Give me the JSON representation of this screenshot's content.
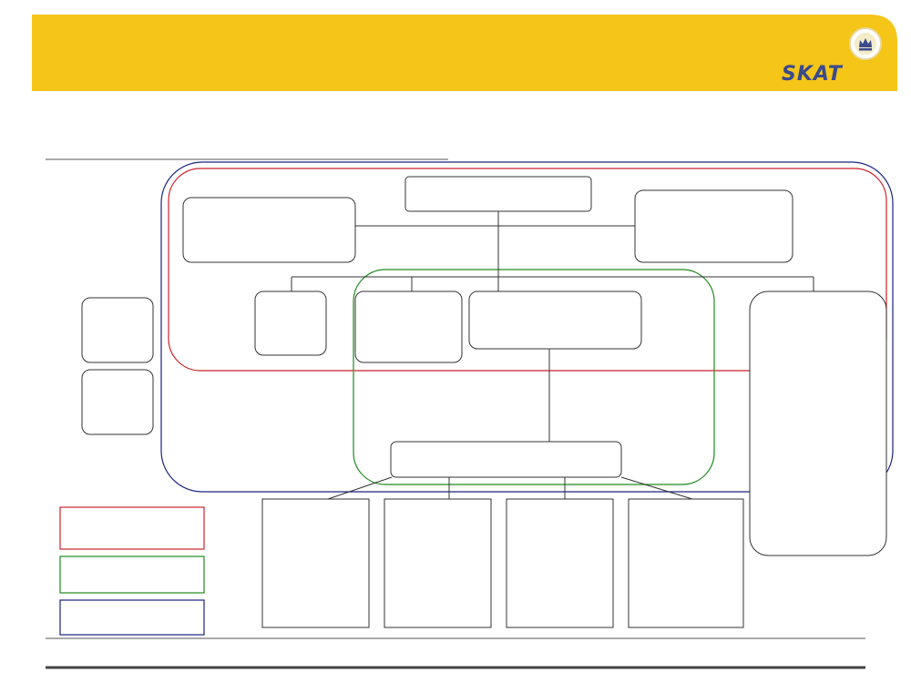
{
  "brand": {
    "name": "SKAT",
    "header_color": "#f5c518",
    "logo_color": "#3a4a8c"
  },
  "diagram": {
    "frames": [
      {
        "id": "red",
        "color": "#cc2229"
      },
      {
        "id": "green",
        "color": "#1f8a1f"
      },
      {
        "id": "blue",
        "color": "#1a237e"
      }
    ],
    "legend": [
      {
        "color": "#cc2229",
        "label": ""
      },
      {
        "color": "#1f8a1f",
        "label": ""
      },
      {
        "color": "#1a237e",
        "label": ""
      }
    ],
    "boxes": [
      {
        "id": "top",
        "label": ""
      },
      {
        "id": "left-staff",
        "label": ""
      },
      {
        "id": "right-staff",
        "label": ""
      },
      {
        "id": "unit-1",
        "label": ""
      },
      {
        "id": "unit-2",
        "label": ""
      },
      {
        "id": "unit-3",
        "label": ""
      },
      {
        "id": "unit-4",
        "label": ""
      },
      {
        "id": "side-1",
        "label": ""
      },
      {
        "id": "side-2",
        "label": ""
      },
      {
        "id": "middle",
        "label": ""
      },
      {
        "id": "sub-1",
        "label": ""
      },
      {
        "id": "sub-2",
        "label": ""
      },
      {
        "id": "sub-3",
        "label": ""
      },
      {
        "id": "sub-4",
        "label": ""
      }
    ]
  }
}
